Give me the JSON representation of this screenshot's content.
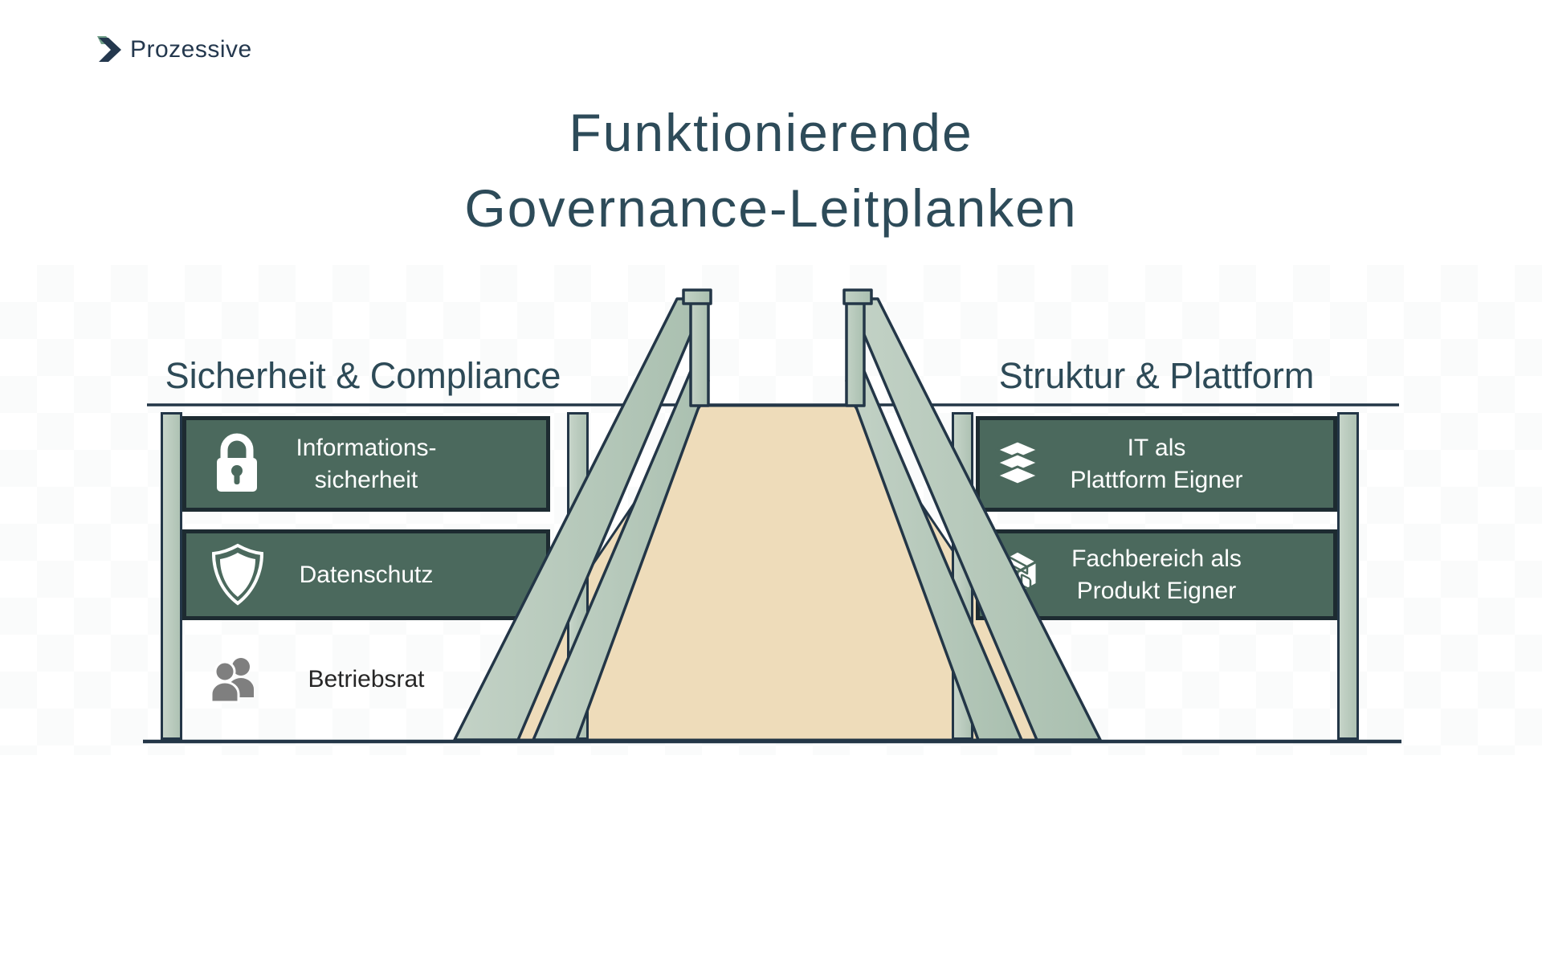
{
  "logo": {
    "brand": "Prozessive",
    "chevron_icon": "chevron-right-icon"
  },
  "title": {
    "line1": "Funktionierende",
    "line2": "Governance-Leitplanken"
  },
  "left_section": {
    "header": "Sicherheit & Compliance",
    "items": [
      {
        "icon": "lock-icon",
        "line1": "Informations-",
        "line2": "sicherheit"
      },
      {
        "icon": "shield-icon",
        "label": "Datenschutz"
      },
      {
        "icon": "people-icon",
        "label": "Betriebsrat"
      }
    ]
  },
  "right_section": {
    "header": "Struktur & Plattform",
    "items": [
      {
        "icon": "layers-icon",
        "line1": "IT als",
        "line2": "Plattform Eigner"
      },
      {
        "icon": "package-icon",
        "line1": "Fachbereich als",
        "line2": "Produkt Eigner"
      }
    ]
  },
  "scene": {
    "metaphor": "road with guardrails between two sign walls",
    "colors": {
      "panel_green": "#4b695d",
      "rail_sage": "#b7c9bc",
      "road_beige": "#eedcba",
      "outline_navy": "#233647",
      "title_text": "#2d4b59",
      "header_text": "#2d4a57",
      "body_text_dark": "#262626",
      "people_gray": "#7f7f7f",
      "brand_navy": "#24384e",
      "brand_green": "#6f9d87"
    }
  }
}
